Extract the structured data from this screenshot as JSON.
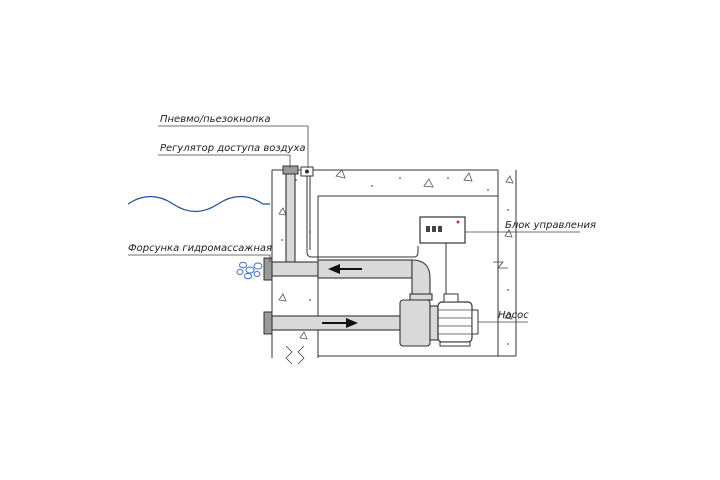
{
  "labels": {
    "pneumo_button": "Пневмо/пьезокнопка",
    "air_regulator": "Регулятор доступа воздуха",
    "control_unit": "Блок управления",
    "massage_nozzle": "Форсунка гидромассажная",
    "pump": "Насос"
  },
  "colors": {
    "water": "#1f4f9c",
    "line": "#333333",
    "pipe_fill": "#d9d9d9",
    "pipe_dark": "#9a9a9a",
    "bubbles": "#3b6fd0"
  }
}
